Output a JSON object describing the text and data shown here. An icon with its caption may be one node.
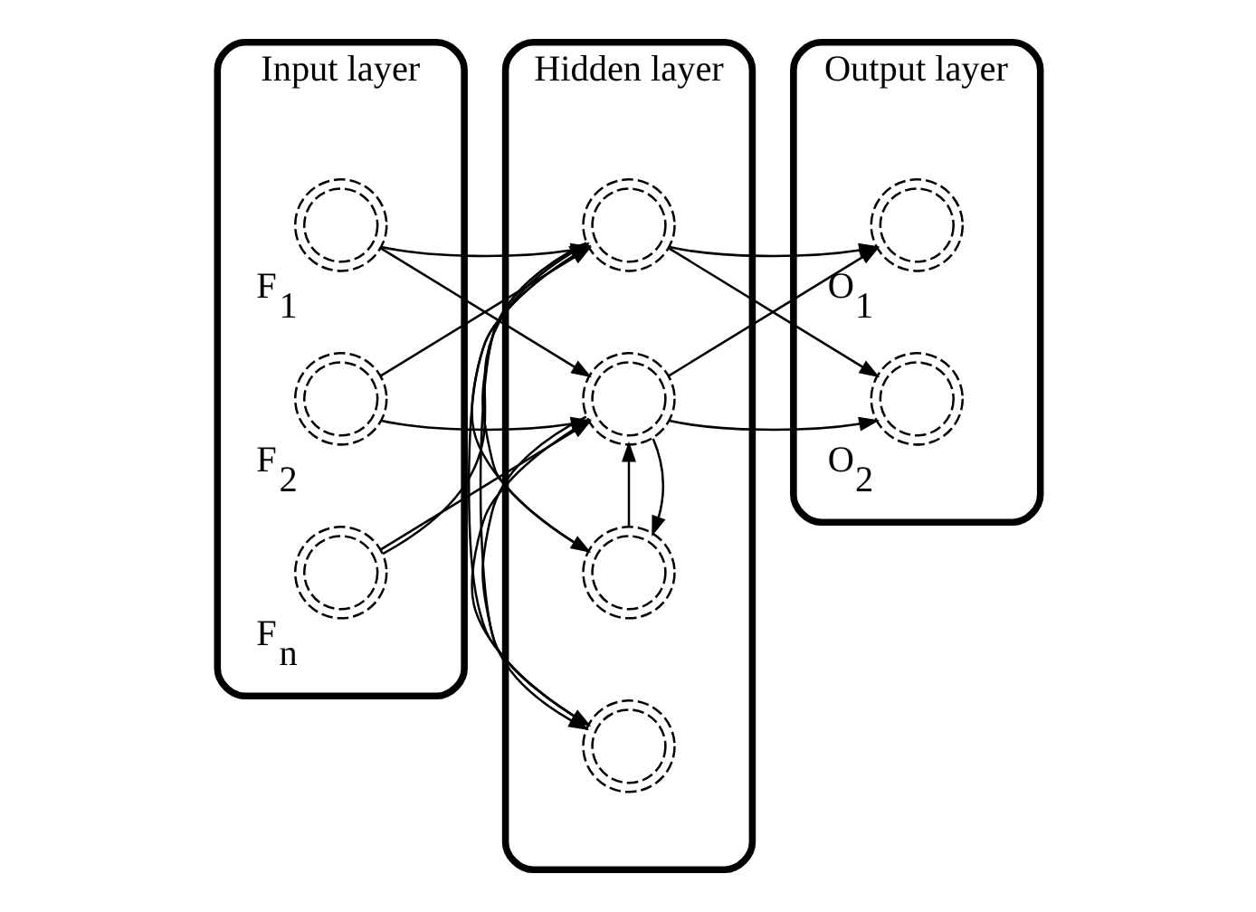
{
  "diagram": {
    "nodes": [
      {
        "text": [
          "Input layer"
        ]
      },
      {
        "text": [],
        "shape": "circle",
        "in": 0,
        "beside": [
          "F$_{1}$"
        ]
      },
      {
        "text": [],
        "shape": "circle",
        "in": 0,
        "beside": [
          "F$_{2}$"
        ]
      },
      {
        "text": [],
        "shape": "circle",
        "in": 0,
        "beside": [
          "F$_{n}$"
        ]
      },
      {
        "text": [
          "Hidden layer"
        ]
      },
      {
        "text": [],
        "shape": "circle",
        "in": 4
      },
      {
        "text": [],
        "shape": "circle",
        "in": 4
      },
      {
        "text": [],
        "shape": "circle",
        "in": 4
      },
      {
        "text": [],
        "shape": "circle",
        "in": 4
      },
      {
        "text": [
          "Output layer"
        ]
      },
      {
        "text": [],
        "shape": "circle",
        "in": 9,
        "beside": [
          "O$_{1}$"
        ]
      },
      {
        "text": [],
        "shape": "circle",
        "in": 9,
        "beside": [
          "O$_{2}$"
        ]
      }
    ],
    "edges": [
      {
        "from": 1,
        "to": 5,
        "arrow": "to"
      },
      {
        "from": 1,
        "to": 6,
        "arrow": "to"
      },
      {
        "from": 2,
        "to": 5,
        "arrow": "to"
      },
      {
        "from": 2,
        "to": 6,
        "arrow": "to"
      },
      {
        "from": 3,
        "to": 5,
        "arrow": "to"
      },
      {
        "from": 3,
        "to": 6,
        "arrow": "to"
      },
      {
        "from": 5,
        "to": 10,
        "arrow": "to"
      },
      {
        "from": 5,
        "to": 11,
        "arrow": "to"
      },
      {
        "from": 6,
        "to": 10,
        "arrow": "to"
      },
      {
        "from": 6,
        "to": 11,
        "arrow": "to"
      },
      {
        "from": 5,
        "to": 7,
        "arrow": "to"
      },
      {
        "from": 5,
        "to": 8,
        "arrow": "to"
      },
      {
        "from": 6,
        "to": 7,
        "arrow": "to"
      },
      {
        "from": 6,
        "to": 8,
        "arrow": "to"
      },
      {
        "from": 7,
        "to": 5,
        "arrow": "to"
      },
      {
        "from": 7,
        "to": 6,
        "arrow": "to"
      },
      {
        "from": 8,
        "to": 5,
        "arrow": "to"
      },
      {
        "from": 8,
        "to": 6,
        "arrow": "to"
      }
    ]
  }
}
